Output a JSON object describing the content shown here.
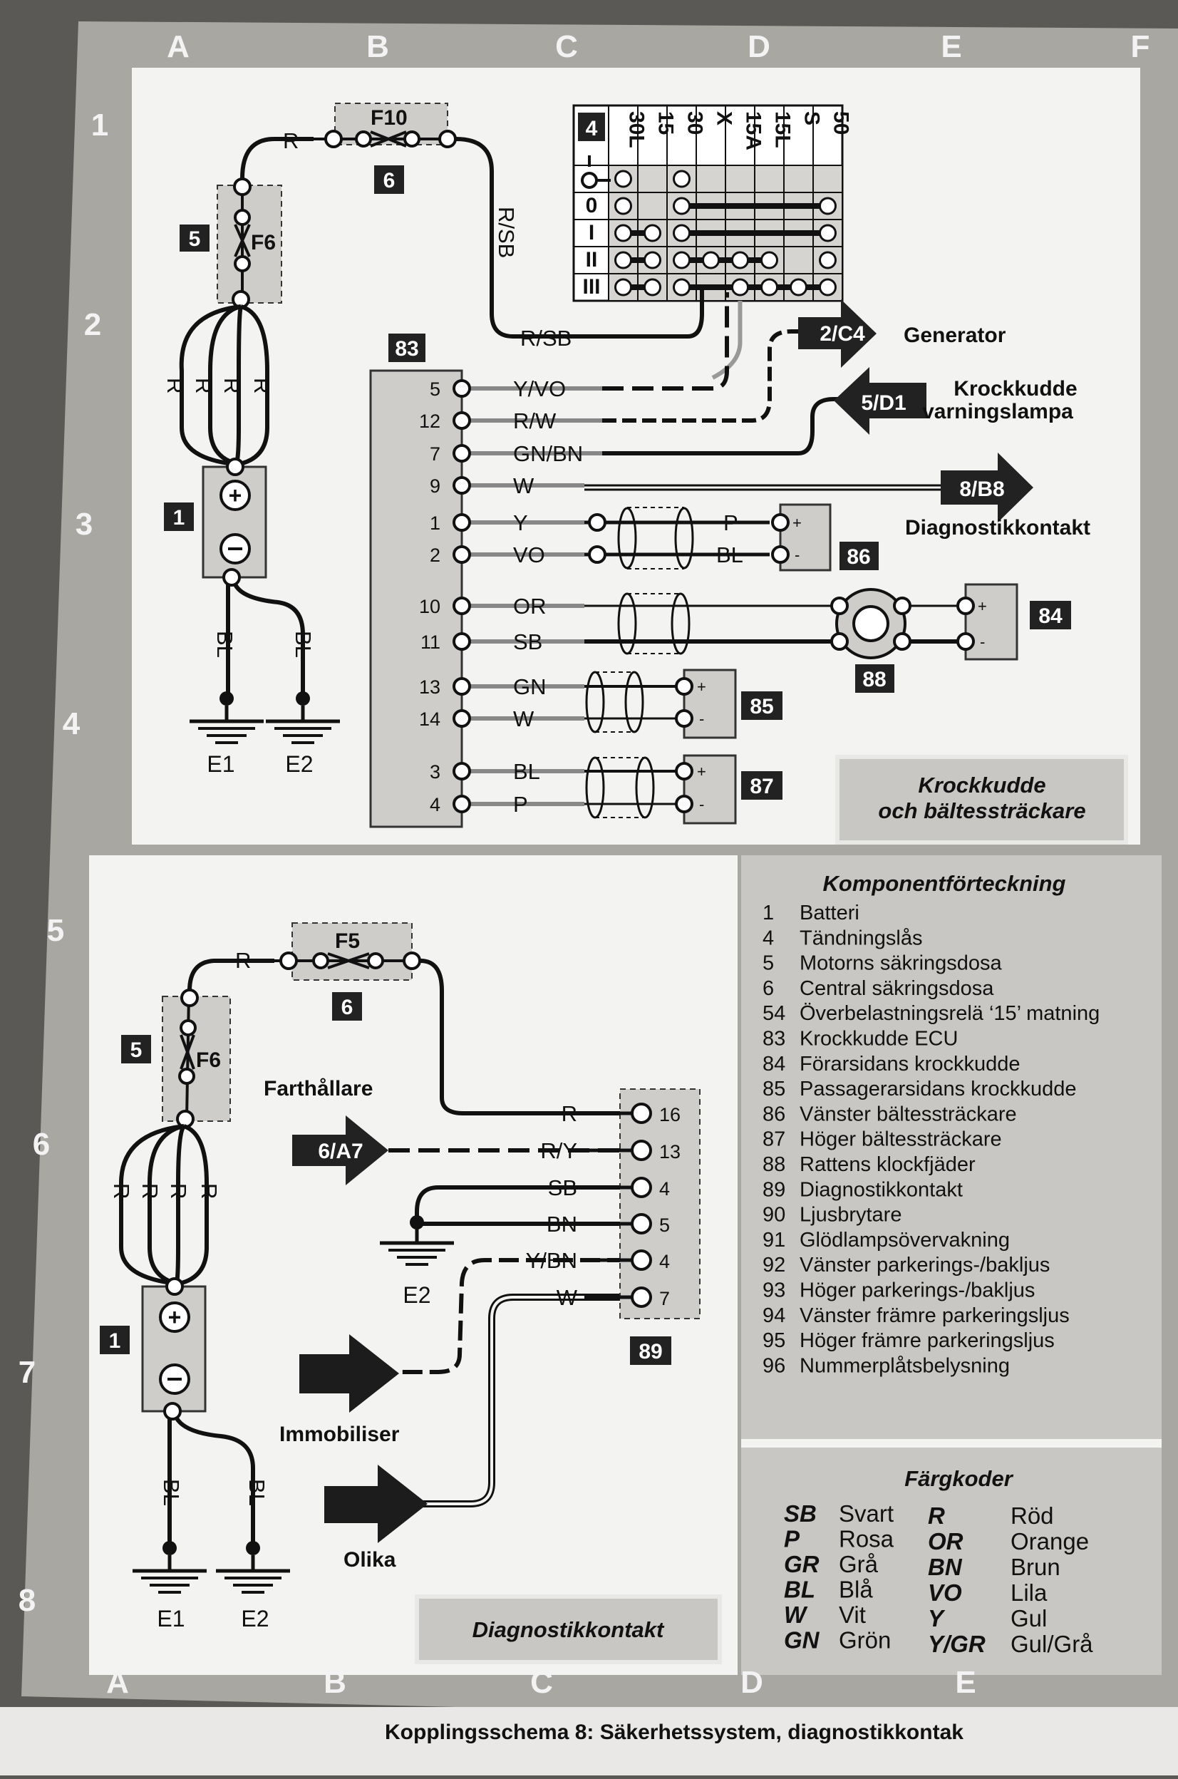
{
  "grid": {
    "cols": [
      "A",
      "B",
      "C",
      "D",
      "E",
      "F"
    ],
    "cols_bottom": [
      "A",
      "B",
      "C",
      "D",
      "E"
    ],
    "rows": [
      "1",
      "2",
      "3",
      "4",
      "5",
      "6",
      "7",
      "8"
    ]
  },
  "top": {
    "battery_ref": "1",
    "fusebox5_ref": "5",
    "fuse6_label": "F6",
    "fusebox6_ref": "6",
    "fuse10_label": "F10",
    "wire_r": "R",
    "wire_rsb": "R/SB",
    "ground1": "E1",
    "ground2": "E2",
    "bl": "BL",
    "switch_ref": "4",
    "switch_cols": [
      "30L",
      "15",
      "30",
      "X",
      "15A",
      "15L",
      "S",
      "50"
    ],
    "switch_rows": [
      "0",
      "I",
      "II",
      "III"
    ],
    "ecu_ref": "83",
    "ecu_pins": [
      {
        "pin": "5",
        "wire": "Y/VO"
      },
      {
        "pin": "12",
        "wire": "R/W"
      },
      {
        "pin": "7",
        "wire": "GN/BN"
      },
      {
        "pin": "9",
        "wire": "W"
      },
      {
        "pin": "1",
        "wire": "Y"
      },
      {
        "pin": "2",
        "wire": "VO"
      },
      {
        "pin": "10",
        "wire": "OR"
      },
      {
        "pin": "11",
        "wire": "SB"
      },
      {
        "pin": "13",
        "wire": "GN"
      },
      {
        "pin": "14",
        "wire": "W"
      },
      {
        "pin": "3",
        "wire": "BL"
      },
      {
        "pin": "4",
        "wire": "P"
      }
    ],
    "arrow_gen": "2/C4",
    "gen_label": "Generator",
    "arrow_warn": "5/D1",
    "warn_label_1": "Krockkudde",
    "warn_label_2": "varningslampa",
    "arrow_diag": "8/B8",
    "diag_label": "Diagnostikkontakt",
    "conn86_wire_p": "P",
    "conn86_wire_bl": "BL",
    "ref86": "86",
    "ref84": "84",
    "ref88": "88",
    "ref85": "85",
    "ref87": "87",
    "plus": "+",
    "minus": "-",
    "caption_1": "Krockkudde",
    "caption_2": "och bältessträckare"
  },
  "bottom": {
    "battery_ref": "1",
    "fusebox5_ref": "5",
    "fuse6_label": "F6",
    "fusebox6_ref": "6",
    "fuse5_label": "F5",
    "farthallare": "Farthållare",
    "arrow_cruise": "6/A7",
    "immobiliser": "Immobiliser",
    "olika": "Olika",
    "ground1": "E1",
    "ground2": "E2",
    "ground3": "E2",
    "diag_ref": "89",
    "diag_pins": [
      {
        "pin": "16",
        "wire": "R"
      },
      {
        "pin": "13",
        "wire": "R/Y"
      },
      {
        "pin": "4",
        "wire": "SB"
      },
      {
        "pin": "5",
        "wire": "BN"
      },
      {
        "pin": "4",
        "wire": "Y/BN"
      },
      {
        "pin": "7",
        "wire": "W"
      }
    ],
    "caption": "Diagnostikkontakt"
  },
  "components": {
    "title": "Komponentförteckning",
    "items": [
      {
        "num": "1",
        "name": "Batteri"
      },
      {
        "num": "4",
        "name": "Tändningslås"
      },
      {
        "num": "5",
        "name": "Motorns säkringsdosa"
      },
      {
        "num": "6",
        "name": "Central säkringsdosa"
      },
      {
        "num": "54",
        "name": "Överbelastningsrelä ‘15’ matning"
      },
      {
        "num": "83",
        "name": "Krockkudde ECU"
      },
      {
        "num": "84",
        "name": "Förarsidans krockkudde"
      },
      {
        "num": "85",
        "name": "Passagerarsidans krockkudde"
      },
      {
        "num": "86",
        "name": "Vänster bältessträckare"
      },
      {
        "num": "87",
        "name": "Höger bältessträckare"
      },
      {
        "num": "88",
        "name": "Rattens klockfjäder"
      },
      {
        "num": "89",
        "name": "Diagnostikkontakt"
      },
      {
        "num": "90",
        "name": "Ljusbrytare"
      },
      {
        "num": "91",
        "name": "Glödlampsövervakning"
      },
      {
        "num": "92",
        "name": "Vänster parkerings-/bakljus"
      },
      {
        "num": "93",
        "name": "Höger parkerings-/bakljus"
      },
      {
        "num": "94",
        "name": "Vänster främre parkeringsljus"
      },
      {
        "num": "95",
        "name": "Höger främre parkeringsljus"
      },
      {
        "num": "96",
        "name": "Nummerplåtsbelysning"
      }
    ]
  },
  "colors": {
    "title": "Färgkoder",
    "left": [
      {
        "code": "SB",
        "name": "Svart"
      },
      {
        "code": "P",
        "name": "Rosa"
      },
      {
        "code": "GR",
        "name": "Grå"
      },
      {
        "code": "BL",
        "name": "Blå"
      },
      {
        "code": "W",
        "name": "Vit"
      },
      {
        "code": "GN",
        "name": "Grön"
      }
    ],
    "right": [
      {
        "code": "R",
        "name": "Röd"
      },
      {
        "code": "OR",
        "name": "Orange"
      },
      {
        "code": "BN",
        "name": "Brun"
      },
      {
        "code": "VO",
        "name": "Lila"
      },
      {
        "code": "Y",
        "name": "Gul"
      },
      {
        "code": "Y/GR",
        "name": "Gul/Grå"
      }
    ]
  },
  "page_caption": "Kopplingsschema 8: Säkerhetssystem, diagnostikkontak"
}
